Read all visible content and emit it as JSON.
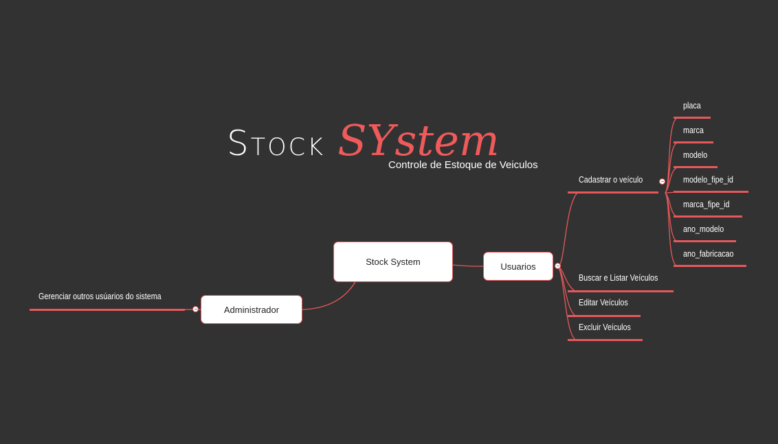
{
  "logo": {
    "word1": "Stock",
    "word2": "SYstem",
    "subtitle": "Controle de Estoque de Veiculos"
  },
  "colors": {
    "background": "#323232",
    "accent": "#f05a5b",
    "line": "#e8585b",
    "node_fill": "#ffffff",
    "text_light": "#ffffff",
    "text_dark": "#222222"
  },
  "mindmap": {
    "root": "Stock System",
    "administrador": {
      "label": "Administrador",
      "children": [
        "Gerenciar outros usúarios do sistema"
      ]
    },
    "usuarios": {
      "label": "Usuarios",
      "children": [
        "Cadastrar o veículo",
        "Buscar e Listar Veículos",
        "Editar Veículos",
        "Excluir Veículos"
      ],
      "cadastrar_fields": [
        "placa",
        "marca",
        "modelo",
        "modelo_fipe_id",
        "marca_fipe_id",
        "ano_modelo",
        "ano_fabricacao"
      ]
    }
  }
}
